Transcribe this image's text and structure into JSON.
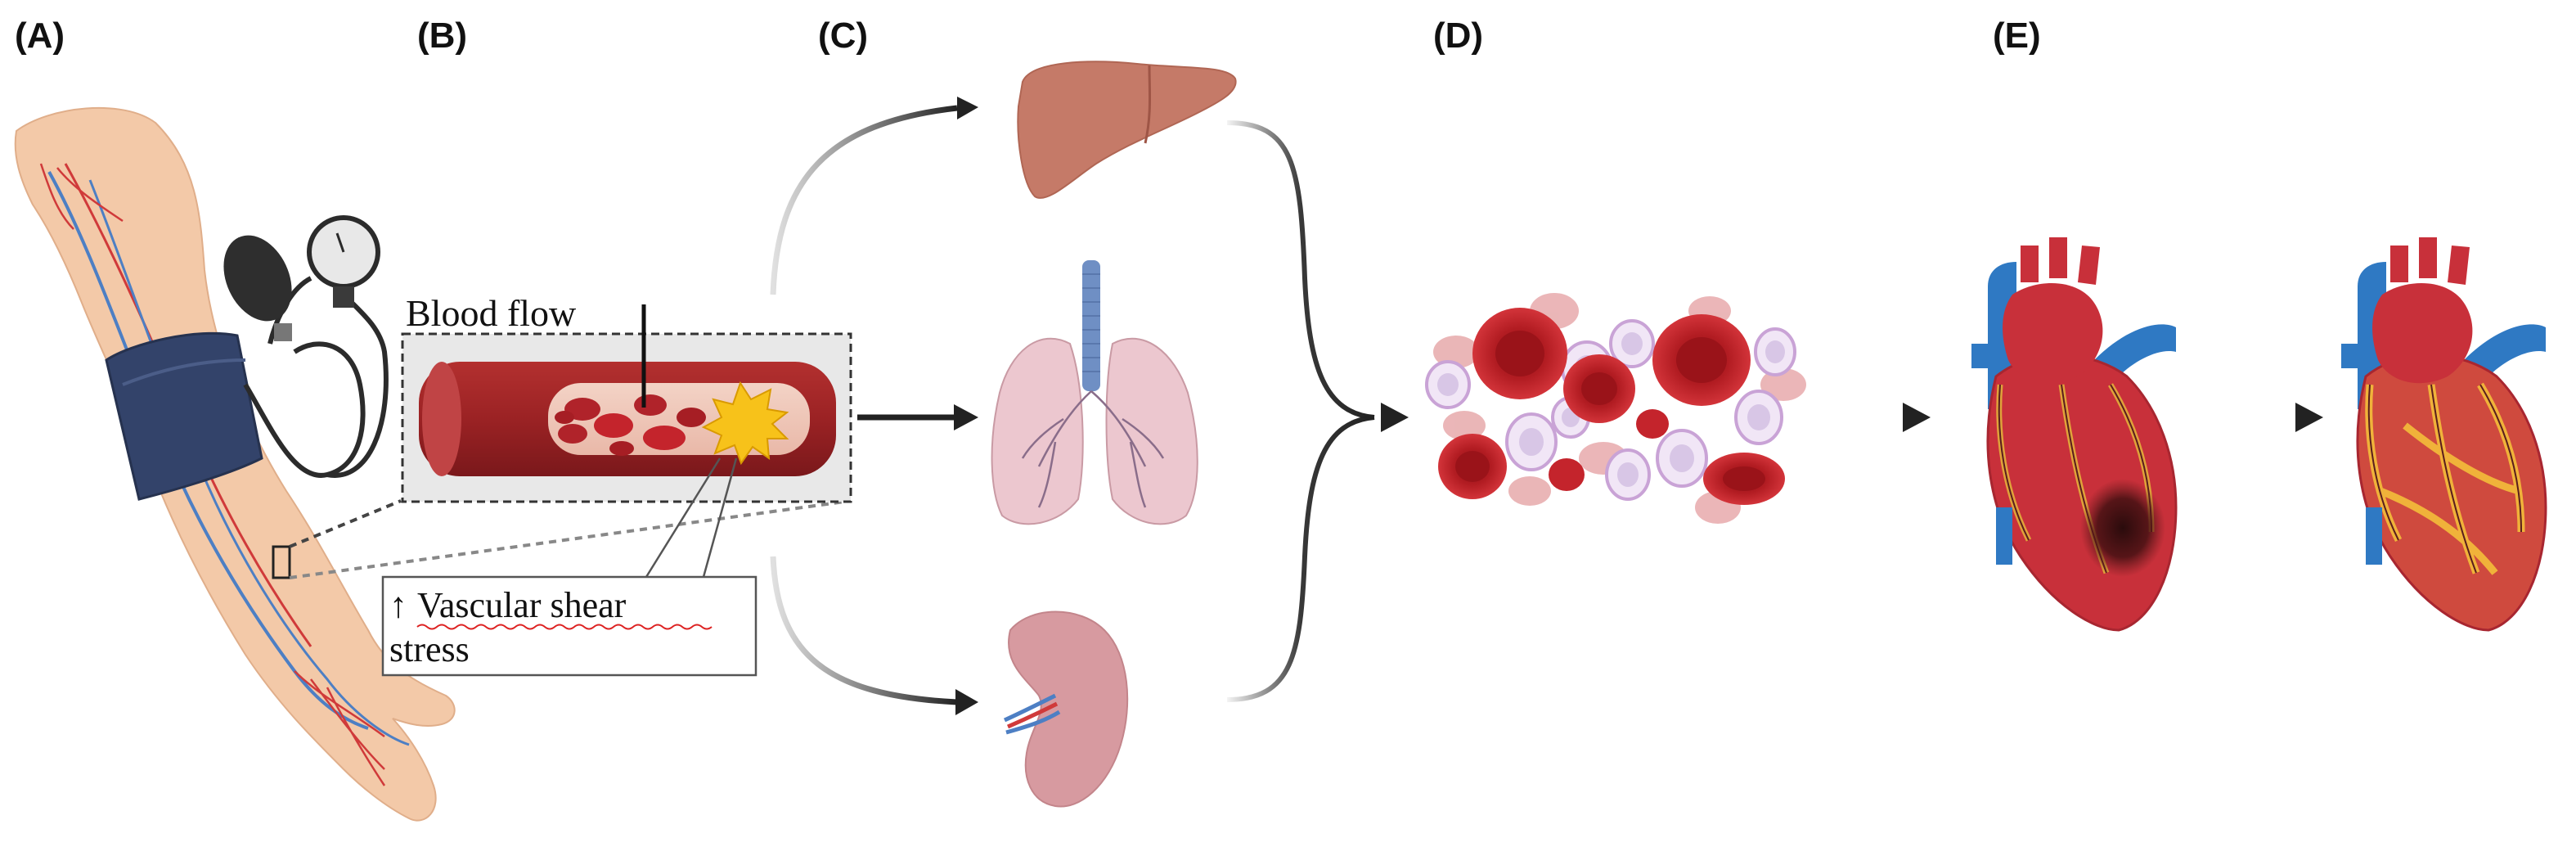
{
  "panels": {
    "a": "(A)",
    "b": "(B)",
    "c": "(C)",
    "d": "(D)",
    "e": "(E)"
  },
  "annotations": {
    "blood_flow": "Blood flow",
    "shear_arrow": "↑",
    "shear_line1": "Vascular shear",
    "shear_line2": "stress"
  },
  "colors": {
    "vessel_dark": "#8e1f22",
    "vessel_light": "#c0393a",
    "rbc": "#c4242c",
    "skin": "#f3c9a8",
    "cuff": "#33436a",
    "liver": "#c57a68",
    "lung": "#ecc7cf",
    "trachea": "#6f8fc4",
    "spleen": "#d79aa0",
    "platelet": "#e7d3ef",
    "heart_red": "#c8303a",
    "heart_blue": "#2f79c3",
    "burst": "#f7c21a"
  }
}
